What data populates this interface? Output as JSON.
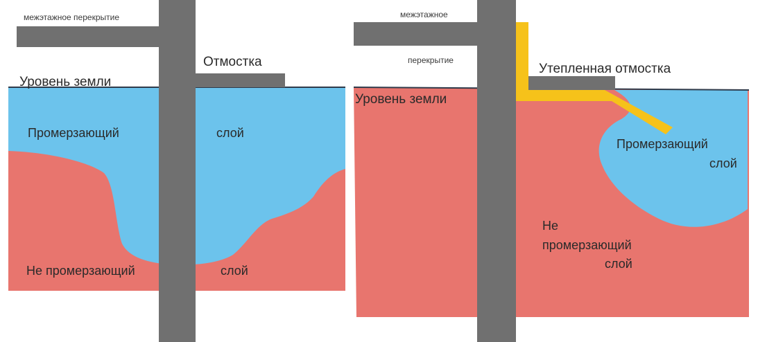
{
  "left_panel": {
    "slab_label": "межэтажное перекрытие",
    "blind_area_label": "Отмостка",
    "ground_label": "Уровень земли",
    "freezing_left": "Промерзающий",
    "freezing_right": "слой",
    "nonfreezing_left": "Не промерзающий",
    "nonfreezing_right": "слой"
  },
  "right_panel": {
    "slab_label_line1": "межэтажное",
    "slab_label_line2": "перекрытие",
    "blind_area_label": "Утепленная отмостка",
    "ground_label": "Уровень земли",
    "freezing_line1": "Промерзающий",
    "freezing_line2": "слой",
    "nonfreezing_line1": "Не",
    "nonfreezing_line2": "промерзающий",
    "nonfreezing_line3": "слой"
  },
  "colors": {
    "freezing_soil": "#6cc3ec",
    "nonfreezing_soil": "#e8756e",
    "wall": "#707070",
    "insulation": "#f6c21a",
    "ground_line": "#2f3a4a"
  }
}
